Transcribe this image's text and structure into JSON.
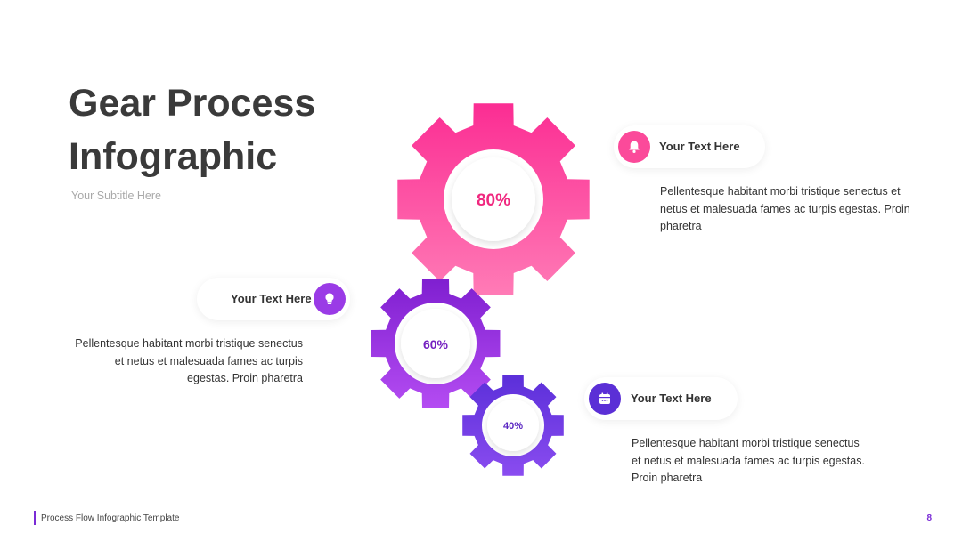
{
  "title": {
    "line1": "Gear Process",
    "line2": "Infographic"
  },
  "subtitle": "Your Subtitle Here",
  "gears": [
    {
      "percent": "80%",
      "color_top": "#fb2d93",
      "color_bottom": "#ff7bb6",
      "text_color": "#f0287f"
    },
    {
      "percent": "60%",
      "color_top": "#7f1fd0",
      "color_bottom": "#b44cf2",
      "text_color": "#7420c0"
    },
    {
      "percent": "40%",
      "color_top": "#5b2fd9",
      "color_bottom": "#8a4cf0",
      "text_color": "#5a26c2"
    }
  ],
  "items": [
    {
      "heading": "Your Text Here",
      "icon": "bell-icon",
      "color": "#fb4a9a",
      "text": "Pellentesque habitant morbi tristique senectus et netus et malesuada fames ac turpis egestas. Proin pharetra"
    },
    {
      "heading": "Your Text Here",
      "icon": "lightbulb-icon",
      "color": "#9a3be6",
      "text": "Pellentesque habitant morbi tristique senectus et netus et malesuada fames ac turpis egestas. Proin pharetra"
    },
    {
      "heading": "Your Text Here",
      "icon": "calendar-icon",
      "color": "#5b2fd6",
      "text": "Pellentesque habitant morbi tristique senectus et netus et malesuada fames ac turpis egestas. Proin pharetra"
    }
  ],
  "footer": {
    "text": "Process Flow Infographic Template",
    "page": "8"
  }
}
